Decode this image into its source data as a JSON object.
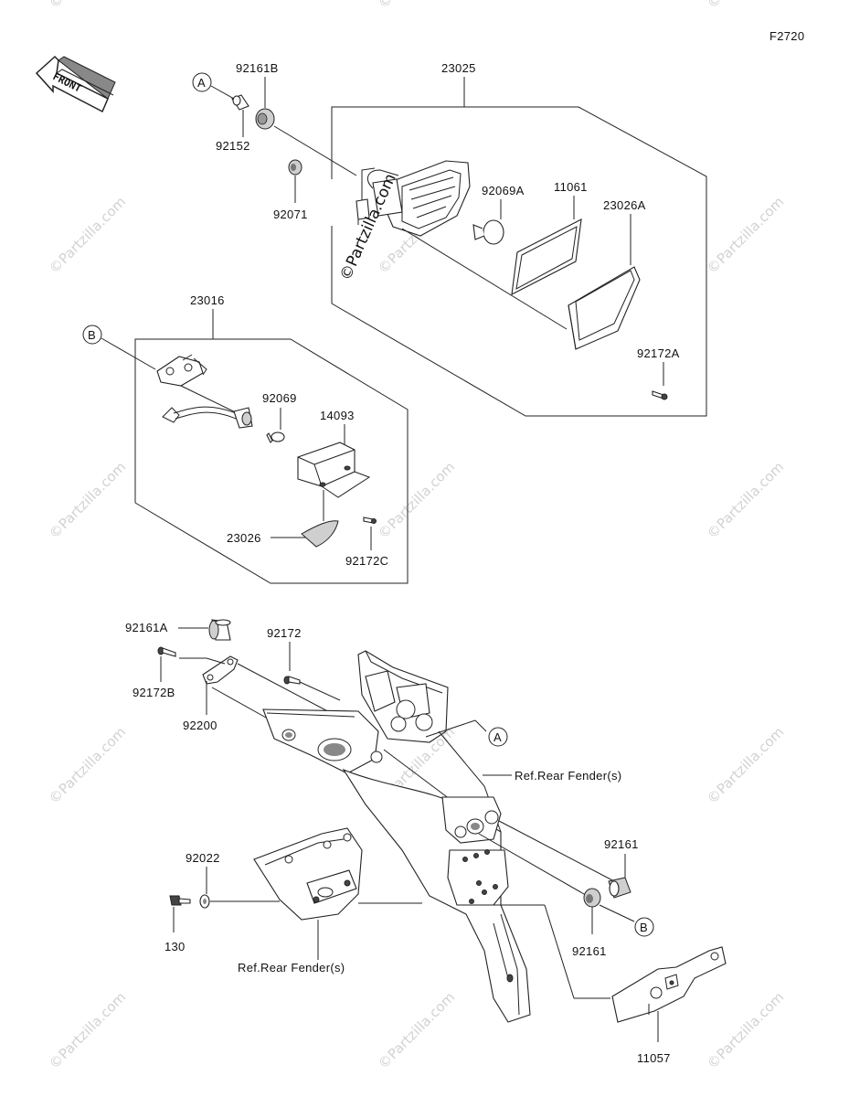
{
  "figure_code": "F2720",
  "front_label": "FRONT",
  "copyright_stamp": "©Partzilla.com",
  "watermark": "©Partzilla.com",
  "circle_refs": {
    "a_top": "A",
    "b_left": "B",
    "a_lower": "A",
    "b_lower": "B"
  },
  "parts": {
    "p92161B": "92161B",
    "p23025": "23025",
    "p92152": "92152",
    "p92071": "92071",
    "p92069A": "92069A",
    "p11061": "11061",
    "p23026A": "23026A",
    "p92172A": "92172A",
    "p23016": "23016",
    "p92069": "92069",
    "p14093": "14093",
    "p23026": "23026",
    "p92172C": "92172C",
    "p92161A": "92161A",
    "p92172": "92172",
    "p92172B": "92172B",
    "p92200": "92200",
    "p92022": "92022",
    "p130": "130",
    "p92161_upper": "92161",
    "p92161_lower": "92161",
    "p11057": "11057"
  },
  "refs": {
    "rear_fender_upper": "Ref.Rear Fender(s)",
    "rear_fender_lower": "Ref.Rear Fender(s)"
  }
}
